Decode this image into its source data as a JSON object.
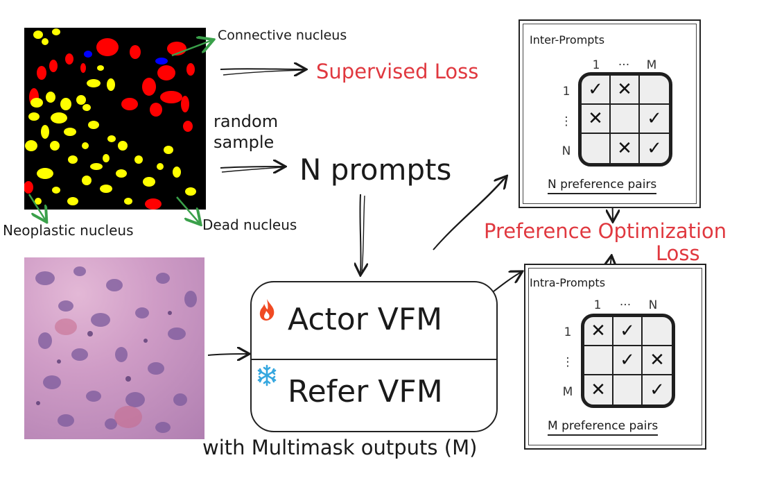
{
  "labels": {
    "connective": "Connective nucleus",
    "neoplastic": "Neoplastic nucleus",
    "dead": "Dead nucleus",
    "supervised_loss": "Supervised Loss",
    "random_sample": "random\nsample",
    "n_prompts": "N prompts",
    "actor_vfm": "Actor VFM",
    "refer_vfm": "Refer VFM",
    "multimask": "with Multimask outputs (M)",
    "preference_loss_line1": "Preference Optimization",
    "preference_loss_line2": "Loss"
  },
  "inter_panel": {
    "title": "Inter-Prompts",
    "col_labels": [
      "1",
      "···",
      "M"
    ],
    "row_labels": [
      "1",
      "⋮",
      "N"
    ],
    "cells": [
      [
        "✓",
        "✕",
        ""
      ],
      [
        "✕",
        "",
        "✓"
      ],
      [
        "",
        "✕",
        "✓"
      ]
    ],
    "footer": "N preference pairs"
  },
  "intra_panel": {
    "title": "Intra-Prompts",
    "col_labels": [
      "1",
      "···",
      "N"
    ],
    "row_labels": [
      "1",
      "⋮",
      "M"
    ],
    "cells": [
      [
        "✕",
        "✓",
        ""
      ],
      [
        "",
        "✓",
        "✕"
      ],
      [
        "✕",
        "",
        "✓"
      ]
    ],
    "footer": "M preference pairs"
  },
  "icons": {
    "actor": "flame-icon",
    "refer": "snowflake-icon"
  },
  "colors": {
    "neoplastic": "#ff0000",
    "connective": "#0000ff",
    "dead": "#ffff00",
    "annotation_arrow": "#3aa04a",
    "loss_text": "#e0383f",
    "flame": "#f04a23",
    "snowflake": "#35a7df"
  }
}
